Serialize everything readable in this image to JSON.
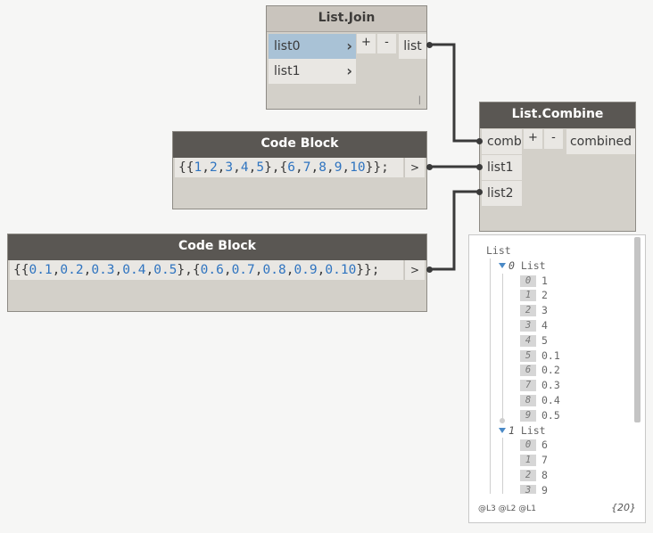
{
  "list_join": {
    "title": "List.Join",
    "inputs": [
      "list0",
      "list1"
    ],
    "plus": "+",
    "minus": "-",
    "output": "list",
    "resize_mark": "|"
  },
  "list_combine": {
    "title": "List.Combine",
    "inputs": [
      "comb",
      "list1",
      "list2"
    ],
    "plus": "+",
    "minus": "-",
    "output": "combined"
  },
  "code_block_1": {
    "title": "Code Block",
    "code_parts": [
      "{{",
      "1",
      ",",
      "2",
      ",",
      "3",
      ",",
      "4",
      ",",
      "5",
      "},{",
      "6",
      ",",
      "7",
      ",",
      "8",
      ",",
      "9",
      ",",
      "10",
      "}};"
    ],
    "output": ">"
  },
  "code_block_2": {
    "title": "Code Block",
    "code_parts": [
      "{{",
      "0.1",
      ",",
      "0.2",
      ",",
      "0.3",
      ",",
      "0.4",
      ",",
      "0.5",
      "},{",
      "0.6",
      ",",
      "0.7",
      ",",
      "0.8",
      ",",
      "0.9",
      ",",
      "0.10",
      "}};"
    ],
    "output": ">"
  },
  "preview": {
    "root_label": "List",
    "groups": [
      {
        "index": "0",
        "label": "List",
        "items": [
          {
            "i": "0",
            "v": "1"
          },
          {
            "i": "1",
            "v": "2"
          },
          {
            "i": "2",
            "v": "3"
          },
          {
            "i": "3",
            "v": "4"
          },
          {
            "i": "4",
            "v": "5"
          },
          {
            "i": "5",
            "v": "0.1"
          },
          {
            "i": "6",
            "v": "0.2"
          },
          {
            "i": "7",
            "v": "0.3"
          },
          {
            "i": "8",
            "v": "0.4"
          },
          {
            "i": "9",
            "v": "0.5"
          }
        ]
      },
      {
        "index": "1",
        "label": "List",
        "items": [
          {
            "i": "0",
            "v": "6"
          },
          {
            "i": "1",
            "v": "7"
          },
          {
            "i": "2",
            "v": "8"
          },
          {
            "i": "3",
            "v": "9"
          }
        ]
      }
    ],
    "levels": "@L3 @L2 @L1",
    "count": "{20}"
  },
  "colors": {
    "wire": "#3a3a3a",
    "number": "#2f74c0",
    "dark_header": "#5a5753",
    "light_header": "#c9c4bd",
    "selected_port": "#a9c2d6"
  }
}
